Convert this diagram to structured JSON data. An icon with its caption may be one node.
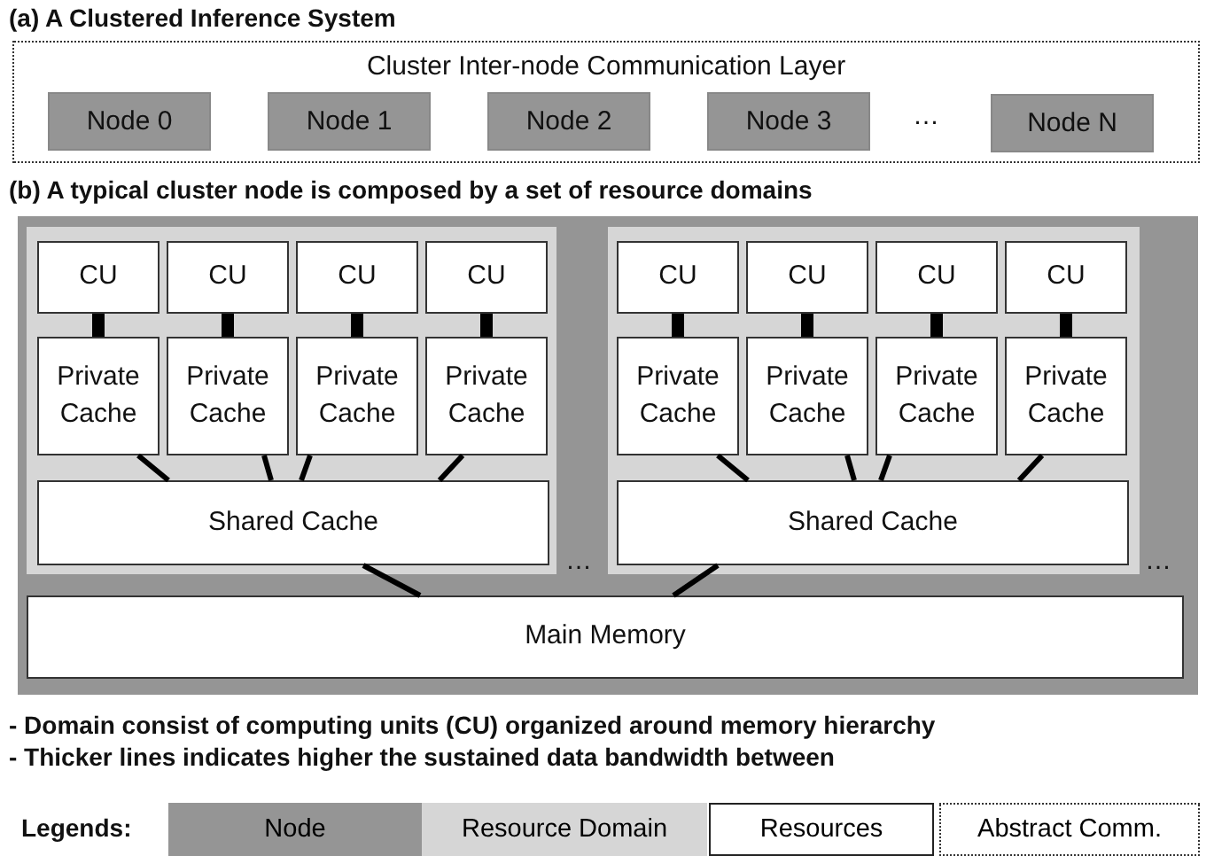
{
  "diagram": {
    "nodes": [
      {
        "text": [
          "Cluster Inter-node Communication Layer"
        ]
      },
      {
        "text": [
          "Node 0"
        ],
        "in": 0
      },
      {
        "text": [
          "Node 1"
        ],
        "in": 0
      },
      {
        "text": [
          "Node 2"
        ],
        "in": 0
      },
      {
        "text": [
          "Node 3"
        ],
        "in": 0
      },
      {
        "text": [
          "Node N"
        ],
        "in": 0
      },
      {
        "text": [],
        "shape": "box"
      },
      {
        "text": [],
        "shape": "box",
        "in": 6
      },
      {
        "text": [
          "CU"
        ],
        "in": 7
      },
      {
        "text": [
          "CU"
        ],
        "in": 7
      },
      {
        "text": [
          "CU"
        ],
        "in": 7
      },
      {
        "text": [
          "CU"
        ],
        "in": 7
      },
      {
        "text": [
          "Private Cache"
        ],
        "in": 7
      },
      {
        "text": [
          "Private Cache"
        ],
        "in": 7
      },
      {
        "text": [
          "Private Cache"
        ],
        "in": 7
      },
      {
        "text": [
          "Private Cache"
        ],
        "in": 7
      },
      {
        "text": [
          "Shared Cache"
        ],
        "in": 7
      },
      {
        "text": [],
        "shape": "box",
        "in": 6
      },
      {
        "text": [
          "CU"
        ],
        "in": 17
      },
      {
        "text": [
          "CU"
        ],
        "in": 17
      },
      {
        "text": [
          "CU"
        ],
        "in": 17
      },
      {
        "text": [
          "CU"
        ],
        "in": 17
      },
      {
        "text": [
          "Private Cache"
        ],
        "in": 17
      },
      {
        "text": [
          "Private Cache"
        ],
        "in": 17
      },
      {
        "text": [
          "Private Cache"
        ],
        "in": 17
      },
      {
        "text": [
          "Private Cache"
        ],
        "in": 17
      },
      {
        "text": [
          "Shared Cache"
        ],
        "in": 17
      },
      {
        "text": [
          "Main Memory"
        ],
        "in": 6
      }
    ],
    "edges": [
      {
        "from": 8,
        "to": 12,
        "arrow": "none",
        "style": "thick"
      },
      {
        "from": 9,
        "to": 13,
        "arrow": "none",
        "style": "thick"
      },
      {
        "from": 10,
        "to": 14,
        "arrow": "none",
        "style": "thick"
      },
      {
        "from": 11,
        "to": 15,
        "arrow": "none",
        "style": "thick"
      },
      {
        "from": 12,
        "to": 16,
        "arrow": "none"
      },
      {
        "from": 13,
        "to": 16,
        "arrow": "none"
      },
      {
        "from": 14,
        "to": 16,
        "arrow": "none"
      },
      {
        "from": 15,
        "to": 16,
        "arrow": "none"
      },
      {
        "from": 18,
        "to": 22,
        "arrow": "none",
        "style": "thick"
      },
      {
        "from": 19,
        "to": 23,
        "arrow": "none",
        "style": "thick"
      },
      {
        "from": 20,
        "to": 24,
        "arrow": "none",
        "style": "thick"
      },
      {
        "from": 21,
        "to": 25,
        "arrow": "none",
        "style": "thick"
      },
      {
        "from": 22,
        "to": 26,
        "arrow": "none"
      },
      {
        "from": 23,
        "to": 26,
        "arrow": "none"
      },
      {
        "from": 24,
        "to": 26,
        "arrow": "none"
      },
      {
        "from": 25,
        "to": 26,
        "arrow": "none"
      },
      {
        "from": 16,
        "to": 27,
        "arrow": "none"
      },
      {
        "from": 26,
        "to": 27,
        "arrow": "none"
      }
    ],
    "labels": [
      "(a) A Clustered Inference System",
      "…",
      "(b) A typical cluster node is composed by a set of resource domains",
      "…",
      "…",
      "-  Domain consist of computing units (CU) organized around memory hierarchy",
      "-  Thicker lines indicates higher the sustained data bandwidth between",
      "Legends:"
    ],
    "legend": [
      {
        "text": "Node",
        "color": "#959595"
      },
      {
        "text": "Resource Domain",
        "color": "#d6d6d6"
      },
      {
        "text": "Resources",
        "color": "#ffffff"
      },
      {
        "text": "Abstract Comm."
      }
    ]
  }
}
